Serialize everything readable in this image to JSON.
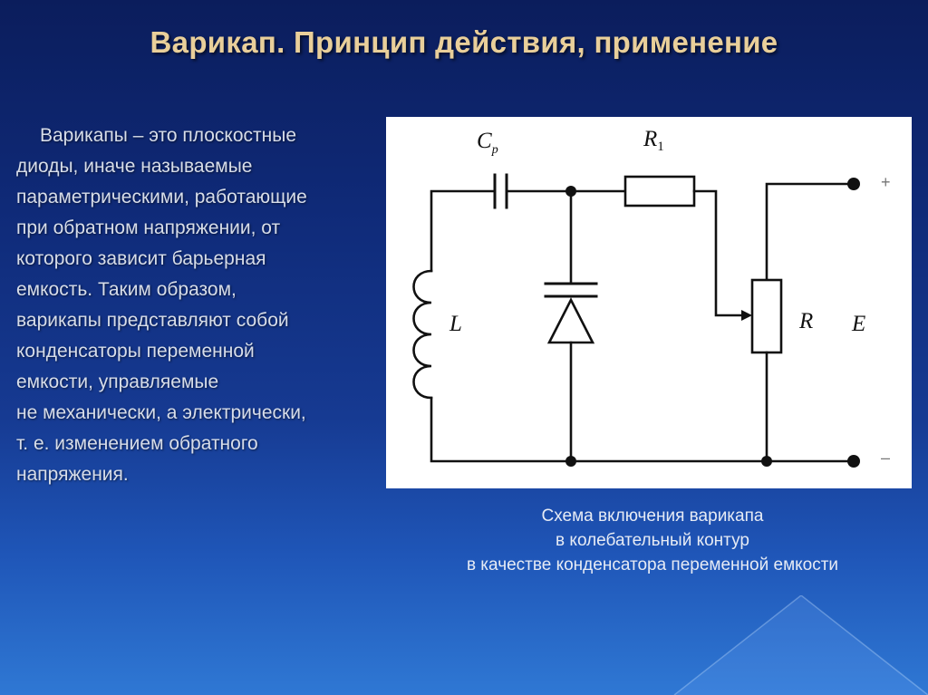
{
  "slide": {
    "title": "Варикап. Принцип действия, применение"
  },
  "body_text": {
    "lines": [
      "Варикапы – это плоскостные",
      "диоды, иначе называемые",
      "параметрическими, работающие",
      "при обратном напряжении, от",
      "которого зависит барьерная",
      "емкость. Таким образом,",
      "варикапы представляют собой",
      "конденсаторы переменной",
      "емкости, управляемые",
      "не механически, а электрически,",
      "т. е. изменением обратного",
      "напряжения."
    ]
  },
  "schematic": {
    "labels": {
      "capacitor": "C",
      "capacitor_sub": "р",
      "resistor_r1": "R",
      "resistor_r1_sub": "1",
      "inductor": "L",
      "potentiometer": "R",
      "source": "E",
      "plus": "+",
      "minus": "–"
    }
  },
  "caption": {
    "lines": [
      "Схема включения варикапа",
      "в колебательный контур",
      "в качестве конденсатора переменной емкости"
    ]
  },
  "colors": {
    "title": "#e9cf9a",
    "wire": "#111111"
  }
}
